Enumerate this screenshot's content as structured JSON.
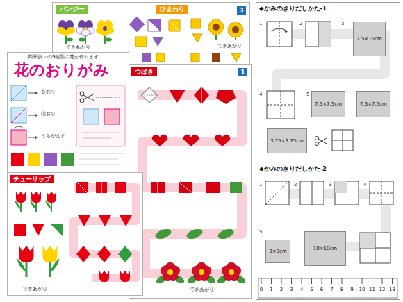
{
  "diagram": {
    "nodes": [
      {
        "text": [
          "3"
        ]
      },
      {
        "text": [
          "パンジー"
        ],
        "in": 0
      },
      {
        "text": [
          "ひまわり"
        ],
        "in": 0
      },
      {
        "text": [
          "1"
        ]
      },
      {
        "text": [
          "つばき"
        ],
        "in": 3
      },
      {
        "text": [
          "四季折々の9種類の花が作れます",
          "花のおりがみ"
        ]
      },
      {
        "text": [
          "チューリップ"
        ]
      },
      {
        "text": [
          "◆かみのきりだしかた-1",
          "◆かみのきりだしかた-2"
        ]
      },
      {
        "text": [
          "7.5×15cm"
        ],
        "in": 7
      },
      {
        "text": [
          "7.5×7.5cm"
        ],
        "in": 7
      },
      {
        "text": [
          "3.75×3.75cm"
        ],
        "in": 7
      },
      {
        "text": [
          "7.5×7.5cm"
        ],
        "in": 7
      },
      {
        "text": [
          "10×10cm"
        ],
        "in": 7
      },
      {
        "text": [
          "3×3cm"
        ],
        "in": 7
      }
    ],
    "labels": [
      "できあがり",
      "できあがり",
      "できあがり",
      "できあがり",
      "谷おり",
      "山おり",
      "うらがえす",
      "1",
      "2",
      "3",
      "4",
      "5",
      "1",
      "2",
      "3",
      "4",
      "5",
      "0",
      "1",
      "2",
      "3",
      "4",
      "5",
      "6",
      "7",
      "8",
      "9",
      "10",
      "11",
      "12",
      "13"
    ]
  }
}
